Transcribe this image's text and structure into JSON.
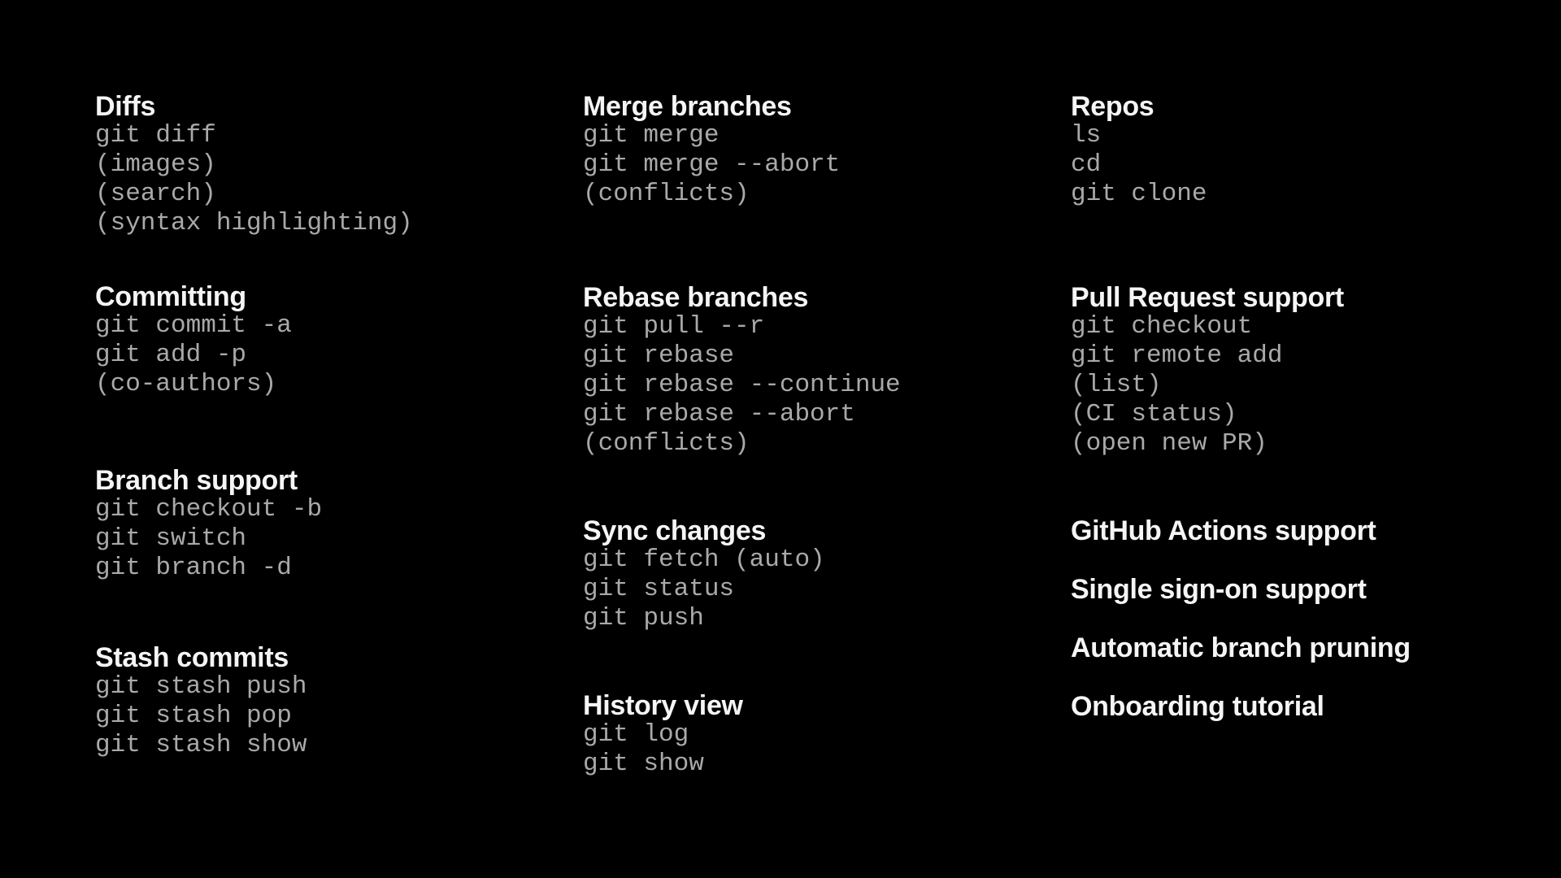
{
  "colors": {
    "background": "#000000",
    "heading": "#f5f5f5",
    "command": "#a9a9a9"
  },
  "columns": [
    {
      "sections": [
        {
          "title": "Diffs",
          "lines": [
            "git diff",
            "(images)",
            "(search)",
            "(syntax highlighting)"
          ]
        },
        {
          "title": "Committing",
          "lines": [
            "git commit -a",
            "git add -p",
            "(co-authors)"
          ]
        },
        {
          "title": "Branch support",
          "lines": [
            "git checkout -b",
            "git switch",
            "git branch -d"
          ]
        },
        {
          "title": "Stash commits",
          "lines": [
            "git stash push",
            "git stash pop",
            "git stash show"
          ]
        }
      ]
    },
    {
      "sections": [
        {
          "title": "Merge branches",
          "lines": [
            "git merge",
            "git merge --abort",
            "(conflicts)"
          ]
        },
        {
          "title": "Rebase branches",
          "lines": [
            "git pull --r",
            "git rebase",
            "git rebase --continue",
            "git rebase --abort",
            "(conflicts)"
          ]
        },
        {
          "title": "Sync changes",
          "lines": [
            "git fetch (auto)",
            "git status",
            "git push"
          ]
        },
        {
          "title": "History view",
          "lines": [
            "git log",
            "git show"
          ]
        }
      ]
    },
    {
      "sections": [
        {
          "title": "Repos",
          "lines": [
            "ls",
            "cd",
            "git clone"
          ]
        },
        {
          "title": "Pull Request support",
          "lines": [
            "git checkout",
            "git remote add",
            "(list)",
            "(CI status)",
            "(open new PR)"
          ]
        },
        {
          "title": "GitHub Actions support",
          "lines": []
        },
        {
          "title": "Single sign-on support",
          "lines": []
        },
        {
          "title": "Automatic branch pruning",
          "lines": []
        },
        {
          "title": "Onboarding tutorial",
          "lines": []
        }
      ]
    }
  ]
}
